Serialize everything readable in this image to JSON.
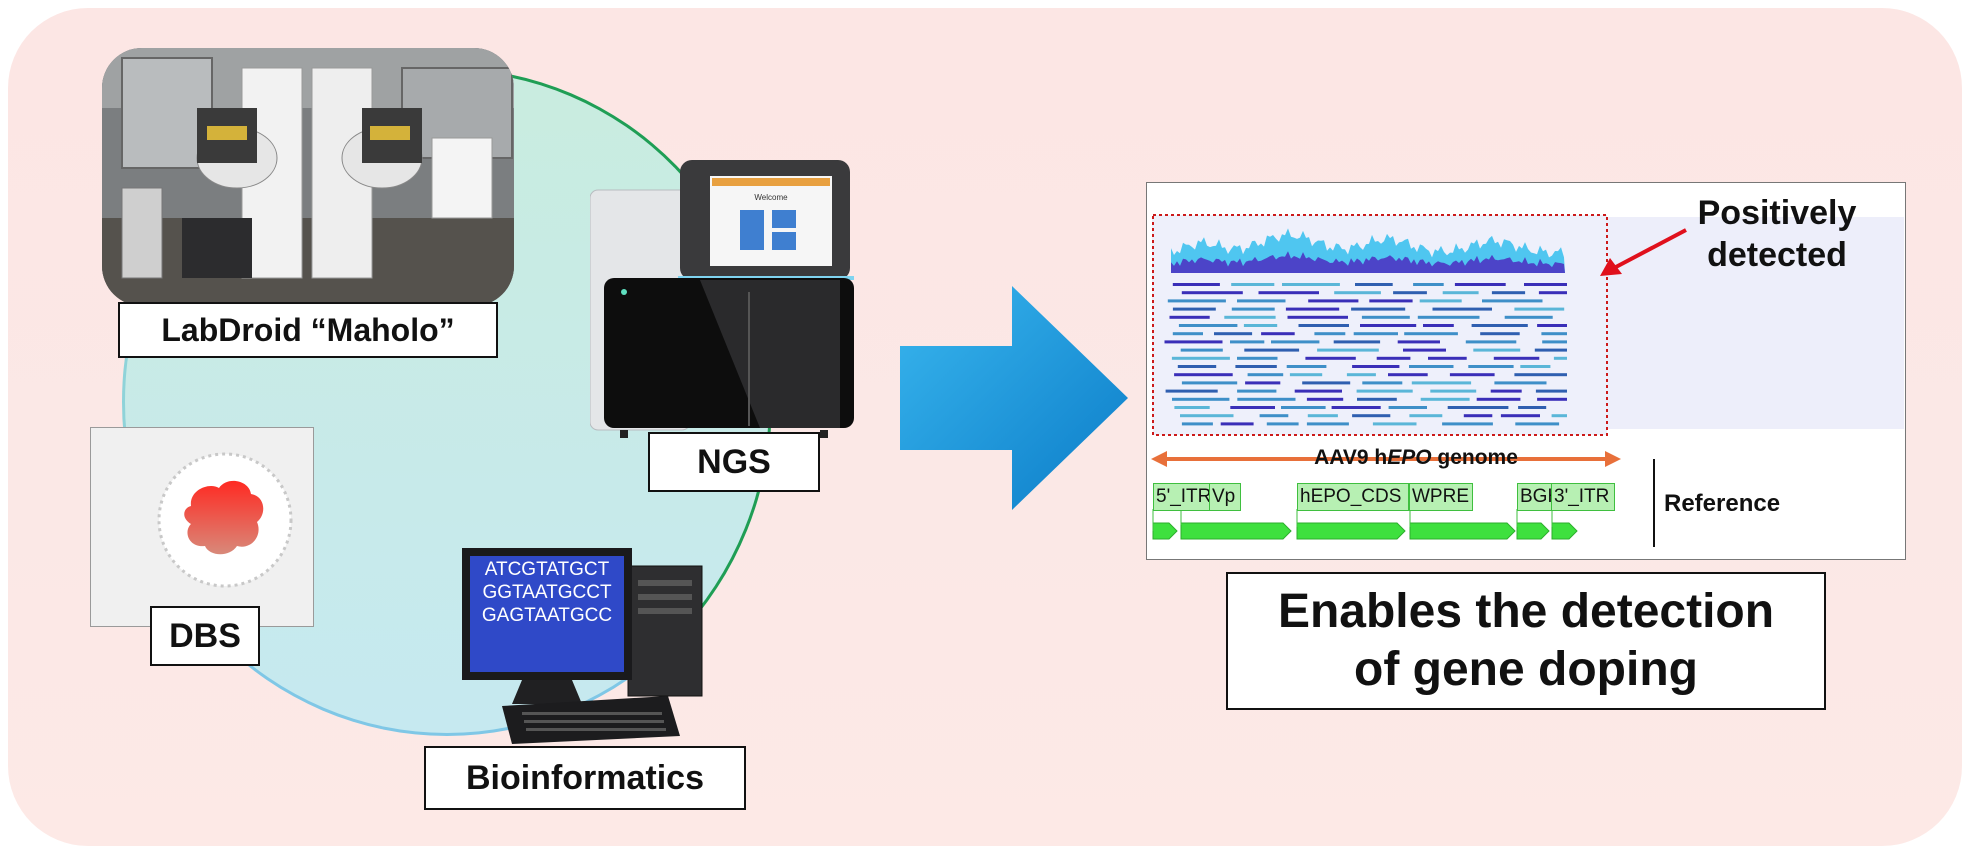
{
  "colors": {
    "background_panel": "#fce6e4",
    "cycle_circle_top": "#c9ecdf",
    "cycle_circle_bottom": "#c6e9f0",
    "cycle_edge": "#1f9e55",
    "arrow_blue": "#1a9be0",
    "coverage_light": "#4fc6f0",
    "coverage_dark": "#4c44c8",
    "reads_blue": "#3e8fc8",
    "detection_box": "#cc1a1a",
    "genome_arrow": "#e8703a",
    "feature_green": "#3ee03e",
    "callout_arrow": "#e0101c"
  },
  "workflow": {
    "labdroid_label": "LabDroid “Maholo”",
    "ngs_label": "NGS",
    "ngs_screen_title": "Welcome",
    "dbs_label": "DBS",
    "bioinformatics_label": "Bioinformatics",
    "monitor_sequences": [
      "ATCGTATGCT",
      "GGTAATGCCT",
      "GAGTAATGCC"
    ]
  },
  "result": {
    "callout_line1": "Positively",
    "callout_line2": "detected",
    "genome_prefix": "AAV9 h",
    "genome_gene": "EPO",
    "genome_suffix": " genome",
    "reference_label": "Reference",
    "features": [
      "5'_ITR",
      "Vp",
      "hEPO_CDS",
      "WPRE",
      "BGH",
      "3'_ITR"
    ],
    "conclusion_line1": "Enables the detection",
    "conclusion_line2": "of gene doping"
  },
  "icons": [
    "robot-photo",
    "sequencer-icon",
    "dried-blood-spot-icon",
    "computer-icon",
    "right-arrow-icon",
    "coverage-track",
    "read-alignment-icon"
  ]
}
